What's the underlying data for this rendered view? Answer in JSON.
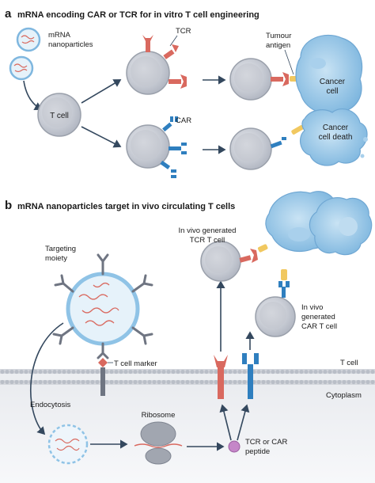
{
  "panel_a": {
    "letter": "a",
    "title": "mRNA encoding CAR or TCR for in vitro T cell engineering",
    "mrna_label": [
      "mRNA",
      "nanoparticles"
    ],
    "tcell_label": "T cell",
    "tcr_label": "TCR",
    "car_label": "CAR",
    "tumour_label": [
      "Tumour",
      "antigen"
    ],
    "cancer_cell_label": [
      "Cancer",
      "cell"
    ],
    "cancer_death_label": [
      "Cancer",
      "cell death"
    ]
  },
  "panel_b": {
    "letter": "b",
    "title": "mRNA nanoparticles target in vivo circulating T cells",
    "targeting_label": [
      "Targeting",
      "moiety"
    ],
    "tcell_marker_label": "T cell marker",
    "tcr_generated_label": [
      "In vivo generated",
      "TCR T cell"
    ],
    "car_generated_label": [
      "In vivo",
      "generated",
      "CAR T cell"
    ],
    "membrane_top_label": "T cell",
    "membrane_bottom_label": "Cytoplasm",
    "endocytosis_label": "Endocytosis",
    "ribosome_label": "Ribosome",
    "peptide_label": [
      "TCR or CAR",
      "peptide"
    ]
  },
  "colors": {
    "cell_fill": "#cfd3da",
    "cell_nucleus": "#a9aebb",
    "tcr": "#d9695f",
    "car": "#2f7fbf",
    "antigen": "#f1c860",
    "cancer": "#8fc3e6",
    "membrane": "#c4c8cf",
    "arrow": "#34485e",
    "peptide": "#c586c8"
  }
}
